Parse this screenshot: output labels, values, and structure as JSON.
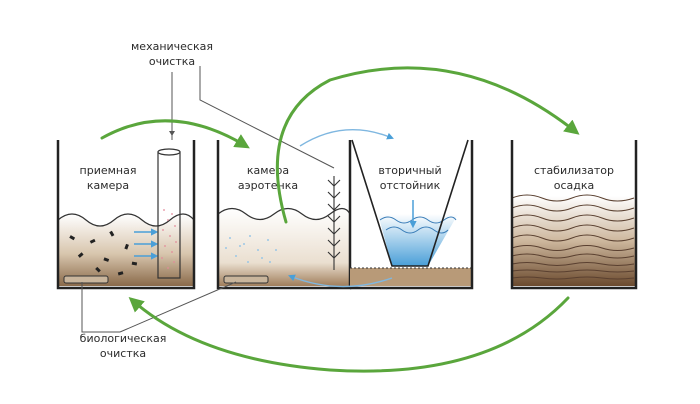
{
  "labels": {
    "mechanical_line1": "механическая",
    "mechanical_line2": "очистка",
    "receiving_line1": "приемная",
    "receiving_line2": "камера",
    "aerotank_line1": "камера",
    "aerotank_line2": "аэротенка",
    "clarifier_line1": "вторичный",
    "clarifier_line2": "отстойник",
    "stabilizer_line1": "стабилизатор",
    "stabilizer_line2": "осадка",
    "biological_line1": "биологическая",
    "biological_line2": "очистка"
  },
  "colors": {
    "flow_arrow": "#5aa63c",
    "tank_wall": "#222222",
    "water_blue": "#4a9fd8",
    "sediment_brown": "#6b4a2e",
    "sludge_light": "#d9c7b1",
    "leader_line": "#555555"
  },
  "icons": {
    "flow": "curved-arrow-icon",
    "leader": "leader-line"
  }
}
